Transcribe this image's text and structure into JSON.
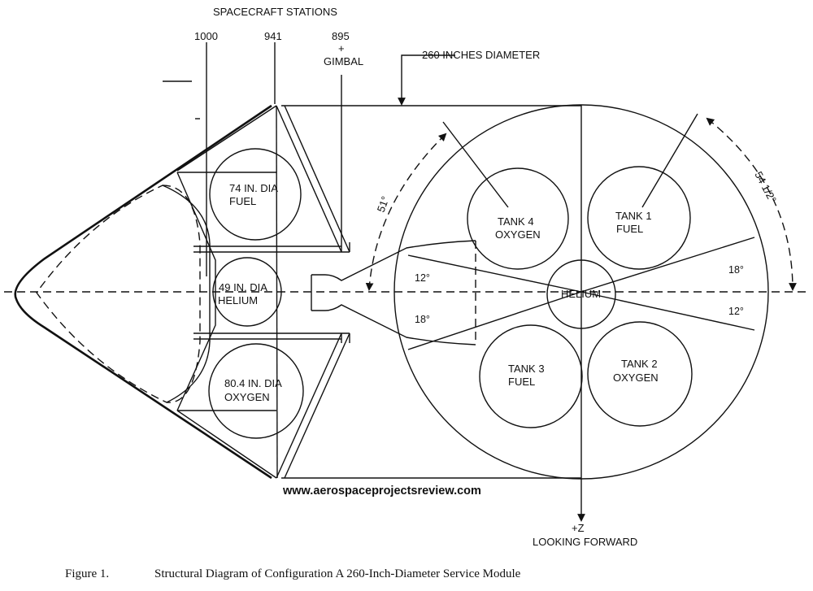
{
  "header": {
    "stations_title": "SPACECRAFT STATIONS",
    "station_1000": "1000",
    "station_941": "941",
    "station_895": "895",
    "station_plus": "+",
    "station_gimbal": "GIMBAL",
    "diameter": "260 INCHES DIAMETER"
  },
  "side_view": {
    "fuel_tank": [
      "74 IN. DIA",
      "FUEL"
    ],
    "helium_tank": [
      "49 IN. DIA",
      "HELIUM"
    ],
    "oxygen_tank": [
      "80.4 IN. DIA",
      "OXYGEN"
    ]
  },
  "end_view": {
    "tank1": [
      "TANK 1",
      "FUEL"
    ],
    "tank2": [
      "TANK 2",
      "OXYGEN"
    ],
    "tank3": [
      "TANK 3",
      "FUEL"
    ],
    "tank4": [
      "TANK 4",
      "OXYGEN"
    ],
    "helium": "HELIUM",
    "angle_51": "51°",
    "angle_54": "54 1/2°",
    "angle_12_left": "12°",
    "angle_18_left": "18°",
    "angle_18_right": "18°",
    "angle_12_right": "12°"
  },
  "axis": {
    "z_label": "+Z",
    "looking": "LOOKING FORWARD"
  },
  "watermark": "www.aerospaceprojectsreview.com",
  "caption": {
    "figure": "Figure 1.",
    "text": "Structural Diagram of Configuration A 260-Inch-Diameter Service Module"
  }
}
